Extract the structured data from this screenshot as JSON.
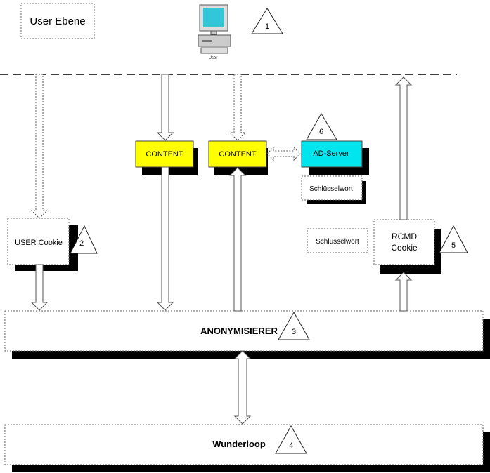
{
  "user_level": {
    "label": "User Ebene"
  },
  "computer": {
    "caption": "User"
  },
  "anonymisierer": {
    "label": "ANONYMISIERER"
  },
  "wunderloop": {
    "label": "Wunderloop"
  },
  "user_cookie": {
    "label": "USER Cookie"
  },
  "content_left": {
    "label": "CONTENT"
  },
  "content_right": {
    "label": "CONTENT"
  },
  "ad_server": {
    "label": "AD-Server"
  },
  "keyword_top": {
    "label": "Schlüsselwort"
  },
  "keyword_mid": {
    "label": "Schlüsselwort"
  },
  "rcmd_cookie": {
    "line1": "RCMD",
    "line2": "Cookie"
  },
  "markers": [
    "1",
    "2",
    "3",
    "4",
    "5",
    "6"
  ],
  "colors": {
    "content": "#ffff00",
    "ad_server": "#00e5ee",
    "monitor_screen": "#33c6d9"
  }
}
